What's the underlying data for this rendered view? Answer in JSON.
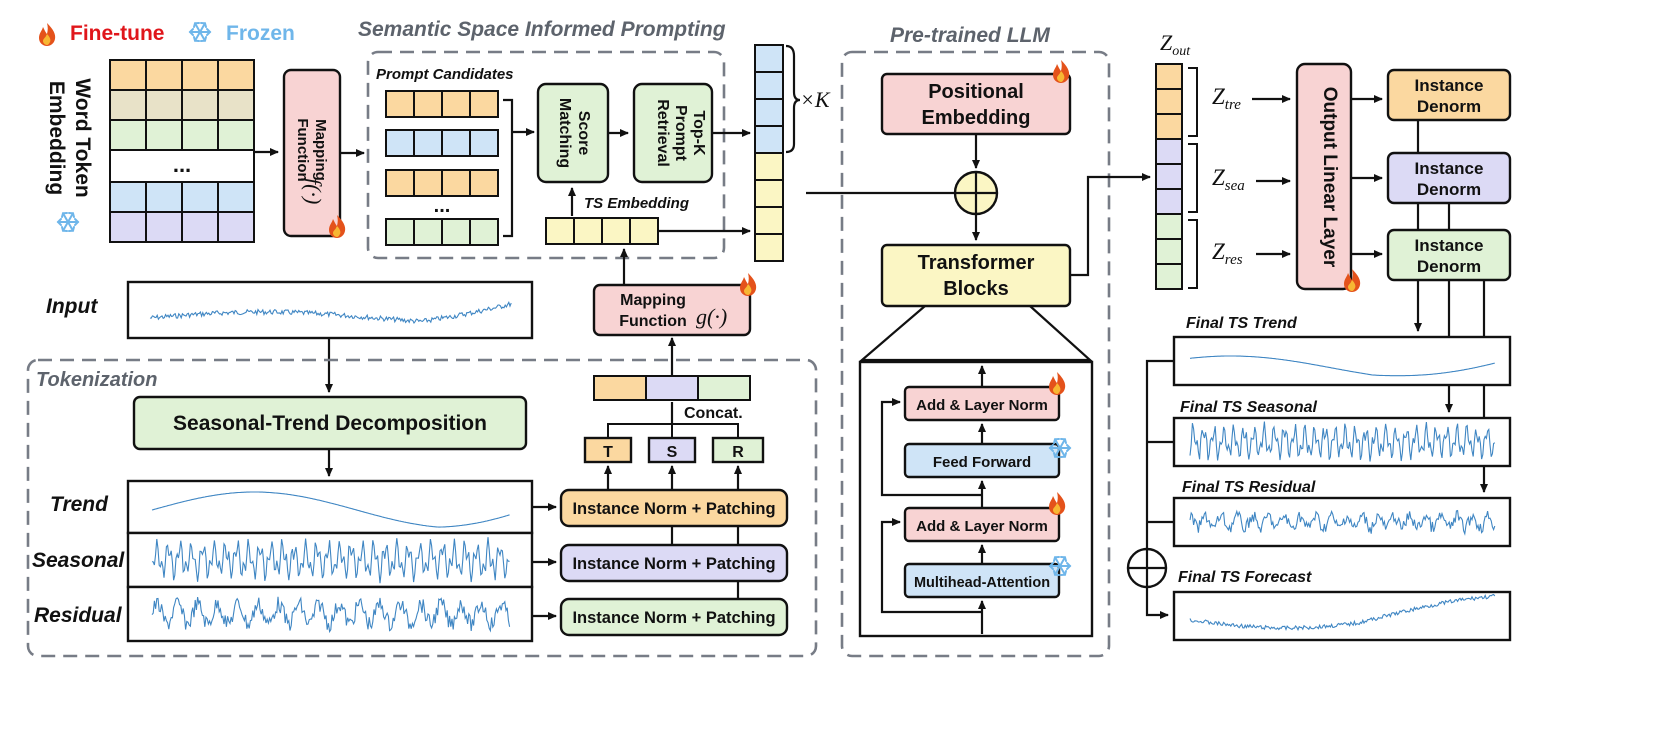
{
  "legend": {
    "finetune": "Fine-tune",
    "frozen": "Frozen"
  },
  "colors": {
    "fire": "#e4521b",
    "frozen_blue": "#6fb6ea",
    "red_text": "#e0161b",
    "pink": "#f8d3d3",
    "green": "#e0f2d6",
    "yellow": "#fbf6c4",
    "orange": "#fbd8a0",
    "lavender": "#dcdaf5",
    "blue": "#cfe4f7",
    "wave": "#3f86c3",
    "dashed_border": "#777c86"
  },
  "icons": [
    "fire-icon",
    "snowflake-icon"
  ],
  "word_token": {
    "label_line1": "Word Token",
    "label_line2": "Embedding",
    "ellipsis": "..."
  },
  "mapping_f": {
    "line1": "Mapping",
    "line2": "Function",
    "symbol": "f(·)"
  },
  "ssip": {
    "title": "Semantic Space Informed Prompting",
    "prompt_candidates": "Prompt Candidates",
    "ellipsis": "...",
    "score_line1": "Score",
    "score_line2": "Matching",
    "topk_line1": "Top-K",
    "topk_line2": "Prompt",
    "topk_line3": "Retrieval",
    "ts_embedding": "TS Embedding"
  },
  "times_k": "×K",
  "mapping_g": {
    "line1": "Mapping",
    "line2": "Function",
    "symbol": "g(·)"
  },
  "input_label": "Input",
  "tokenization": {
    "title": "Tokenization",
    "decomposition": "Seasonal-Trend Decomposition",
    "trend": "Trend",
    "seasonal": "Seasonal",
    "residual": "Residual",
    "norm_patch": "Instance Norm + Patching",
    "concat": "Concat.",
    "t": "T",
    "s": "S",
    "r": "R"
  },
  "llm": {
    "title": "Pre-trained LLM",
    "pos_line1": "Positional",
    "pos_line2": "Embedding",
    "tb_line1": "Transformer",
    "tb_line2": "Blocks",
    "add_norm": "Add & Layer Norm",
    "feed_forward": "Feed Forward",
    "mha": "Multihead-Attention"
  },
  "output": {
    "z_out": "Z",
    "z_out_sub": "out",
    "z_tre": "Z",
    "z_tre_sub": "tre",
    "z_sea": "Z",
    "z_sea_sub": "sea",
    "z_res": "Z",
    "z_res_sub": "res",
    "linear": "Output Linear Layer",
    "denorm_line1": "Instance",
    "denorm_line2": "Denorm",
    "final_trend": "Final TS Trend",
    "final_seasonal": "Final TS Seasonal",
    "final_residual": "Final TS Residual",
    "final_forecast": "Final TS Forecast"
  }
}
